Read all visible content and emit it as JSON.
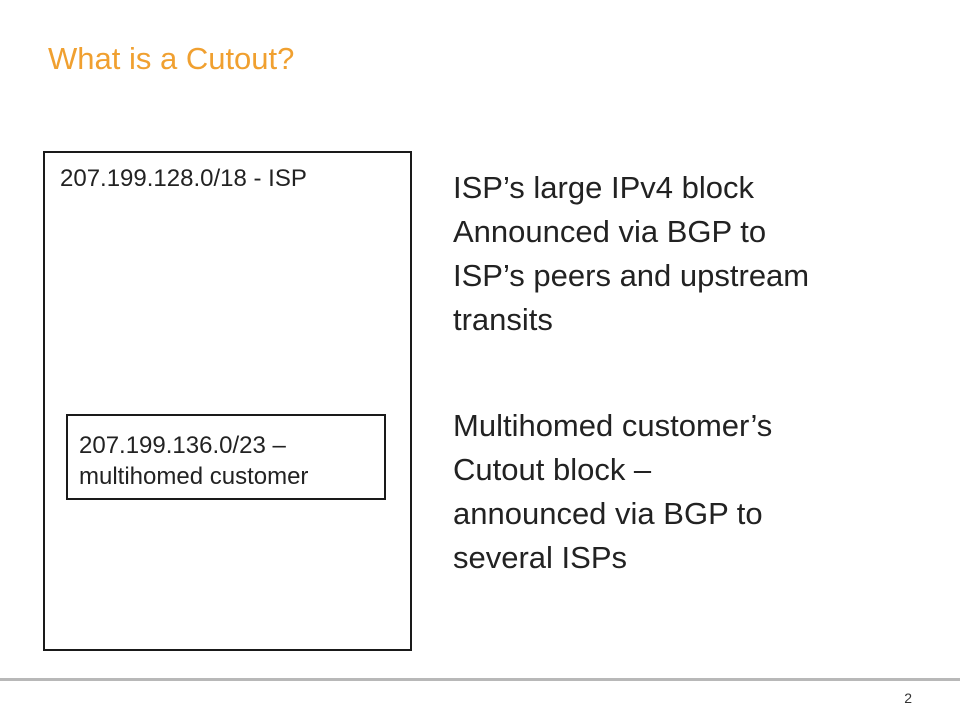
{
  "slide": {
    "title": "What is a Cutout?",
    "page_number": "2"
  },
  "diagram": {
    "outer_block": {
      "label": "207.199.128.0/18 - ISP"
    },
    "inner_block": {
      "lines": [
        "207.199.136.0/23 –",
        "multihomed customer"
      ]
    }
  },
  "descriptions": {
    "isp_block": {
      "lines": [
        "ISP’s large IPv4 block",
        "Announced via BGP to",
        "ISP’s peers and upstream",
        "transits"
      ]
    },
    "cutout_block": {
      "lines": [
        "Multihomed customer’s",
        "Cutout block –",
        "announced via BGP to",
        "several ISPs"
      ]
    }
  },
  "colors": {
    "title": "#f0a030",
    "text": "#222222",
    "border": "#1a1a1a",
    "footer_rule": "#b8b8b8"
  }
}
